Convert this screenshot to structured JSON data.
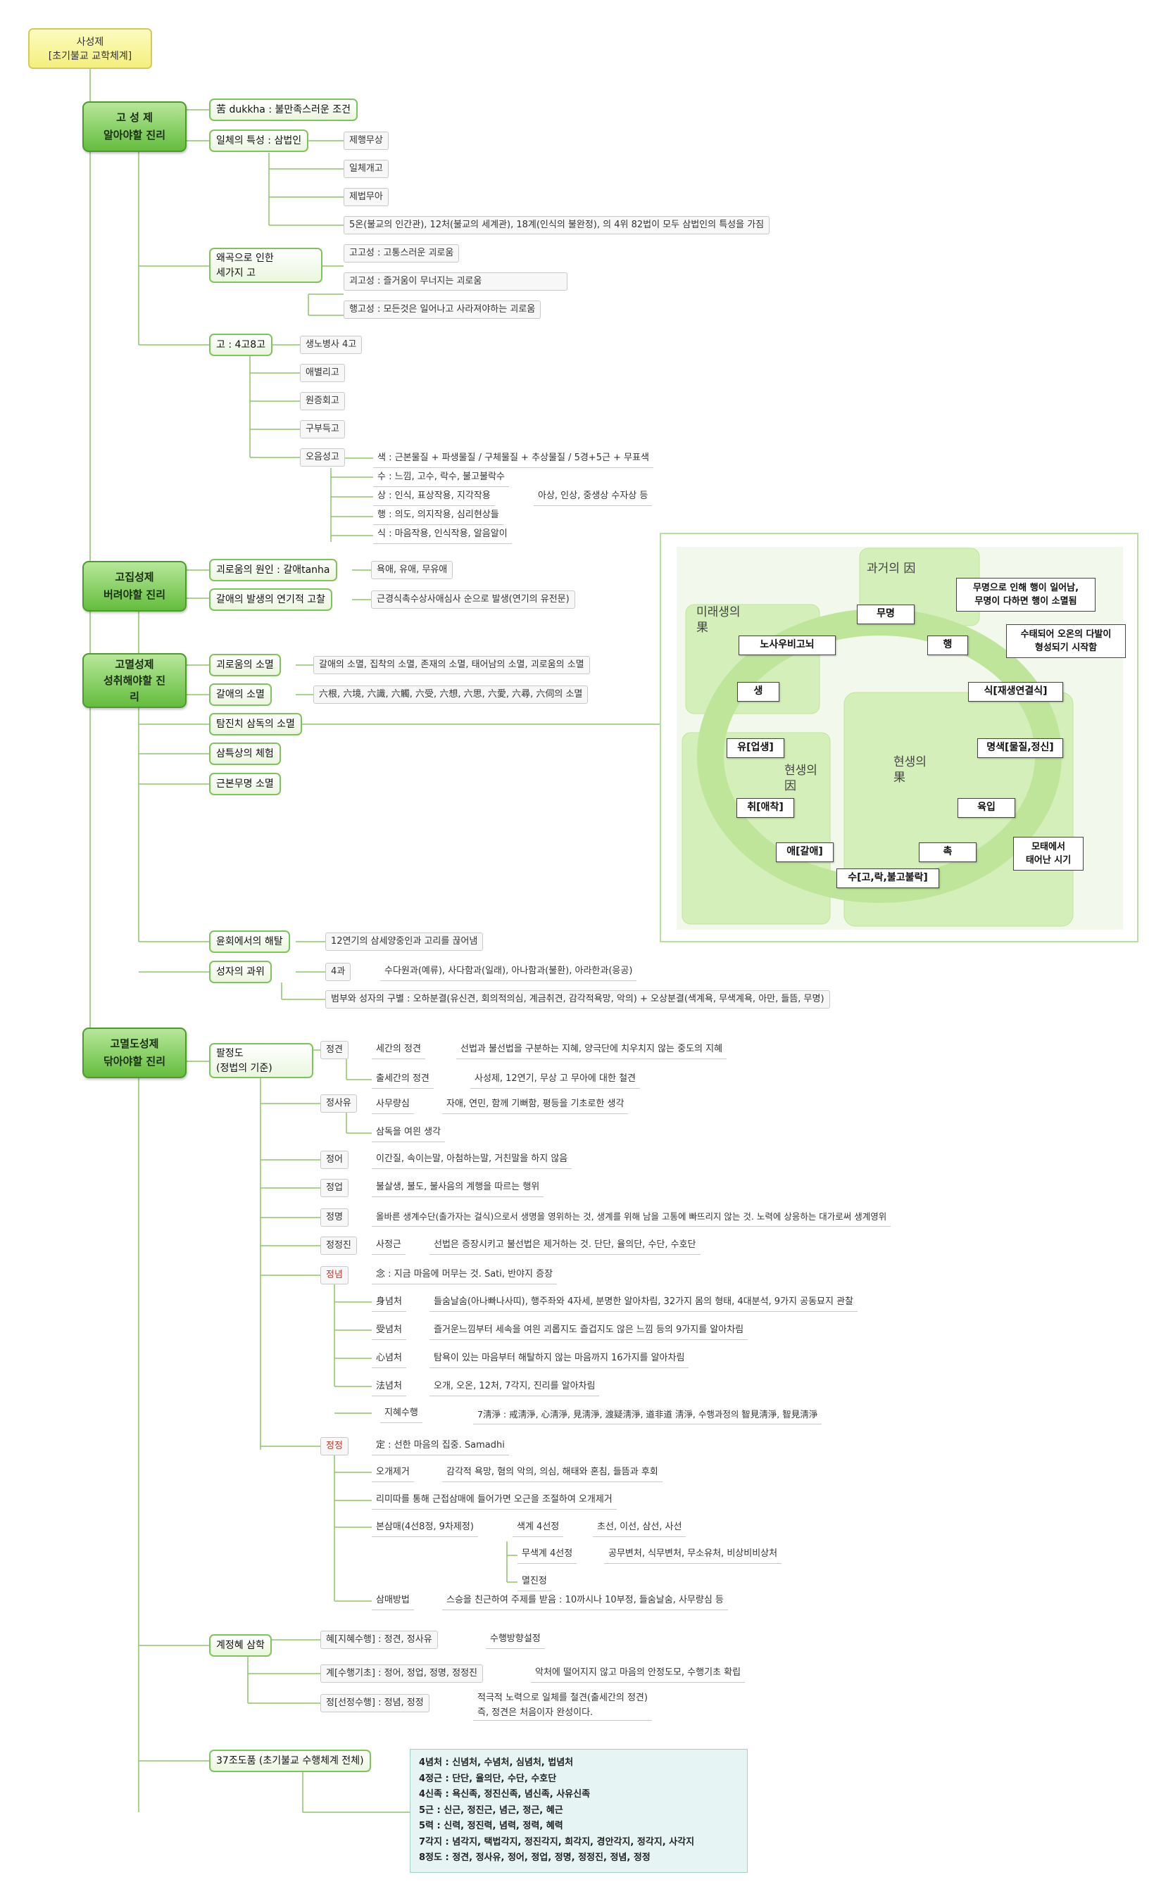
{
  "root": "사성제\n[초기불교 교학체계]",
  "truths": {
    "t1": "고 성 제\n알아야할 진리",
    "t2": "고집성제\n버려야할 진리",
    "t3": "고멸성제\n성취해야할 진\n리",
    "t4": "고멸도성제\n닦아야할 진리"
  },
  "s1": {
    "dukkha": "苦 dukkha : 불만족스러운 조건",
    "ilche": "일체의 특성 : 삼법인",
    "ilche_leaves": [
      "제행무상",
      "일체개고",
      "제법무아"
    ],
    "ilche_note": "5온(불교의 인간관), 12처(불교의 세계관), 18계(인식의 불완정), 의 4위 82법이 모두 삼법인의 특성을 가짐",
    "waegok": "왜곡으로 인한\n세가지 고",
    "waegok_leaves": [
      "고고성 : 고통스러운 괴로움",
      "괴고성 : 즐거움이 무너지는 괴로움",
      "행고성 : 모든것은 일어나고 사라져야하는 괴로움"
    ],
    "sago": "고 : 4고8고",
    "sago_leaves": [
      "생노병사 4고",
      "애별리고",
      "원증회고",
      "구부득고",
      "오음성고"
    ],
    "oeum": [
      "색 : 근본물질 + 파생물질 / 구체물질 + 추상물질 / 5경+5근 + 무표색",
      "수 : 느낌, 고수, 락수, 불고불락수",
      "상 : 인식, 표상작용, 지각작용",
      "행 : 의도, 의지작용, 심리현상들",
      "식 : 마음작용, 인식작용, 알음알이"
    ],
    "sang_extra": "아상, 인상, 중생상 수자상 등"
  },
  "s2": {
    "cause": "괴로움의 원인 : 갈애tanha",
    "cause_leaf": "욕애, 유애, 무유애",
    "origin": "갈애의 발생의 연기적 고찰",
    "origin_leaf": "근경식촉수상사애심사  순으로 발생(연기의 유전문)"
  },
  "s3": {
    "items": [
      "괴로움의 소멸",
      "갈애의 소멸",
      "탐진치 삼독의 소멸",
      "삼특상의 체험",
      "근본무명 소멸"
    ],
    "leaf1": "갈애의 소멸, 집착의 소멸, 존재의 소멸, 태어남의 소멸, 괴로움의 소멸",
    "leaf2": "六根, 六境, 六識, 六觸, 六受, 六想, 六思, 六愛, 六尋, 六伺의 소멸",
    "release": "윤회에서의 해탈",
    "release_leaf": "12연기의 삼세양중인과 고리를 끊어냄",
    "fruit": "성자의 과위",
    "fruit_leaf1": "4과",
    "fruit_leaf1_text": "수다원과(예류), 사다함과(일래), 아나함과(불환), 아라한과(응공)",
    "fruit_leaf2": "범부와 성자의 구별 : 오하분결(유신견, 회의적의심, 계금취견, 감각적욕망, 악의) + 오상분결(색계욕, 무색계욕, 아만, 들뜸, 무명)"
  },
  "wheel": {
    "regions": {
      "past": "과거의 因",
      "future": "미래생의\n果",
      "present_cause": "현생의\n因",
      "present_fruit": "현생의\n果"
    },
    "links": [
      "무명",
      "행",
      "식[재생연결식]",
      "명색[물질,정신]",
      "육입",
      "촉",
      "수[고,락,불고불락]",
      "애[갈애]",
      "취[애착]",
      "유[업생]",
      "생",
      "노사우비고뇌"
    ],
    "notes": {
      "n1": "무명으로 인해 행이 일어남,\n무명이 다하면 행이 소멸됨",
      "n2": "수태되어 오온의 다발이\n형성되기 시작함",
      "n3": "모태에서\n태어난 시기"
    }
  },
  "s4": {
    "palj": "팔정도\n(정법의 기준)",
    "jeonggyeon": "정견",
    "jg1a": "세간의 정견",
    "jg1b": "선법과 불선법을 구분하는 지혜, 양극단에 치우치지 않는 중도의 지혜",
    "jg2a": "출세간의 정견",
    "jg2b": "사성제, 12연기, 무상 고 무아에 대한 철견",
    "jeongsayu": "정사유",
    "js1a": "사무량심",
    "js1b": "자애, 연민, 함께 기뻐함, 평등을 기초로한 생각",
    "js2": "삼독을 여읜 생각",
    "jeongeo": "정어",
    "jeongeo_t": "이간질, 속이는말, 아첨하는말, 거친말을 하지 않음",
    "jeongeop": "정업",
    "jeongeop_t": "불살생, 불도, 불사음의 계행을 따르는 행위",
    "jeongmyeong": "정명",
    "jeongmyeong_t": "올바른 생계수단(출가자는 걸식)으로서 생명을 영위하는 것,  생계를 위해 남을 고통에 빠뜨리지 않는 것. 노력에 상응하는 대가로써 생계영위",
    "jeongjeongjin": "정정진",
    "jjj_a": "사정근",
    "jjj_b": "선법은 증장시키고 불선법은 제거하는 것. 단단, 율의단, 수단, 수호단",
    "jeongnyeom": "정념",
    "jn0": "念 : 지금 마음에 머무는 것. Sati, 반야지 증장",
    "jn": [
      {
        "k": "身념처",
        "v": "들숨날숨(아나빠나사띠), 행주좌와 4자세, 분명한 알아차림, 32가지 몸의 형태, 4대분석, 9가지 공동묘지 관찰"
      },
      {
        "k": "受념처",
        "v": "즐거운느낌부터 세속을 여읜 괴롭지도 즐겁지도 않은 느낌 등의 9가지를 알아차림"
      },
      {
        "k": "心념처",
        "v": "탐욕이 있는 마음부터 해탈하지 않는 마음까지 16가지를 알아차림"
      },
      {
        "k": "法념처",
        "v": "오개, 오온, 12처, 7각지, 진리를 알아차림"
      },
      {
        "k": "지혜수행",
        "v": "7淸淨 : 戒淸淨, 心淸淨, 見淸淨, 渡疑淸淨, 道非道 淸淨, 수행과정의 智見淸淨, 智見淸淨"
      }
    ],
    "jeongjeong": "정정",
    "jj0": "定 : 선한 마음의 집중. Samadhi",
    "jj_ogae_a": "오개제거",
    "jj_ogae_b": "감각적 욕망, 혐의 악의, 의심, 해태와 혼침, 들뜸과 후회",
    "jj_rimi": "리미따를 통해 근접삼매에 들어가면 오근을 조절하여 오개제거",
    "jj_bon": "본삼매(4선8정, 9차제정)",
    "jj_bon1a": "색계 4선정",
    "jj_bon1b": "초선, 이선, 삼선, 사선",
    "jj_bon2a": "무색계 4선정",
    "jj_bon2b": "공무변처, 식무변처, 무소유처, 비상비비상처",
    "jj_bon3": "멸진정",
    "jj_sam_a": "삼매방법",
    "jj_sam_b": "스승을 친근하여 주제를 받음 : 10까시나 10부정, 들숨날숨, 사무량심 등",
    "gye": "계정혜 삼학",
    "gye1a": "혜[지혜수행] : 정견, 정사유",
    "gye1b": "수행방향설정",
    "gye2a": "계[수행기초] : 정어, 정업, 정명, 정정진",
    "gye2b": "악처에 떨어지지 않고 마음의 안정도모, 수행기초 확립",
    "gye3a": "정[선정수행] : 정념, 정정",
    "gye3b": "적극적 노력으로 일체를 철견(출세간의 정견)\n즉, 정견은 처음이자 완성이다.",
    "jodo": "37조도품 (초기불교 수행체계 전체)",
    "jodo_list": [
      "4념처 : 신념처, 수념처, 심념처, 법념처",
      "4정근 : 단단, 율의단, 수단, 수호단",
      "4신족 : 욕신족, 정진신족, 념신족, 사유신족",
      "5근 : 신근, 정진근, 념근, 정근, 혜근",
      "5력 : 신력, 정진력, 념력, 정력, 혜력",
      "7각지 : 념각지, 택법각지, 정진각지, 희각지, 경안각지, 정각지, 사각지",
      "8정도 : 정견, 정사유, 정어, 정업, 정명, 정정진, 정념, 정정"
    ]
  },
  "colors": {
    "green_border": "#7fc45b",
    "truth_fill": "#64bd3d",
    "root_fill": "#f4ef7e",
    "wheel_ring": "#bfe59a",
    "red": "#c0392b"
  }
}
